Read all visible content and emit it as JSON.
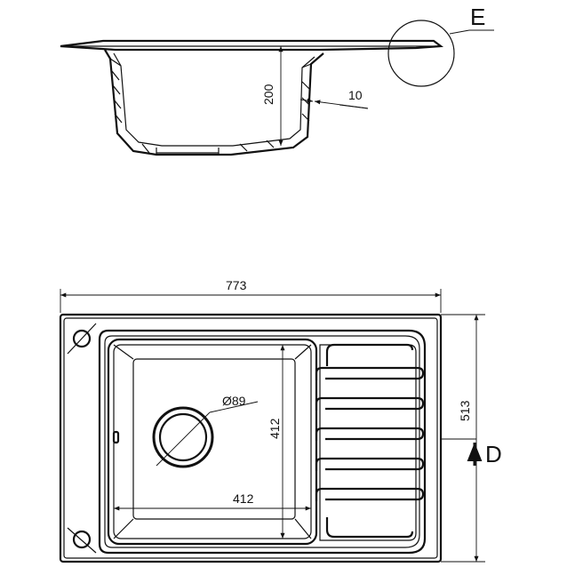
{
  "side_view": {
    "depth_dim": "200",
    "wall_dim": "10",
    "detail_callout": "E"
  },
  "top_view": {
    "overall_width_dim": "773",
    "overall_depth_dim": "513",
    "bowl_width_dim": "412",
    "bowl_depth_dim": "412",
    "drain_dia_dim": "Ø89",
    "section_callout": "D"
  }
}
